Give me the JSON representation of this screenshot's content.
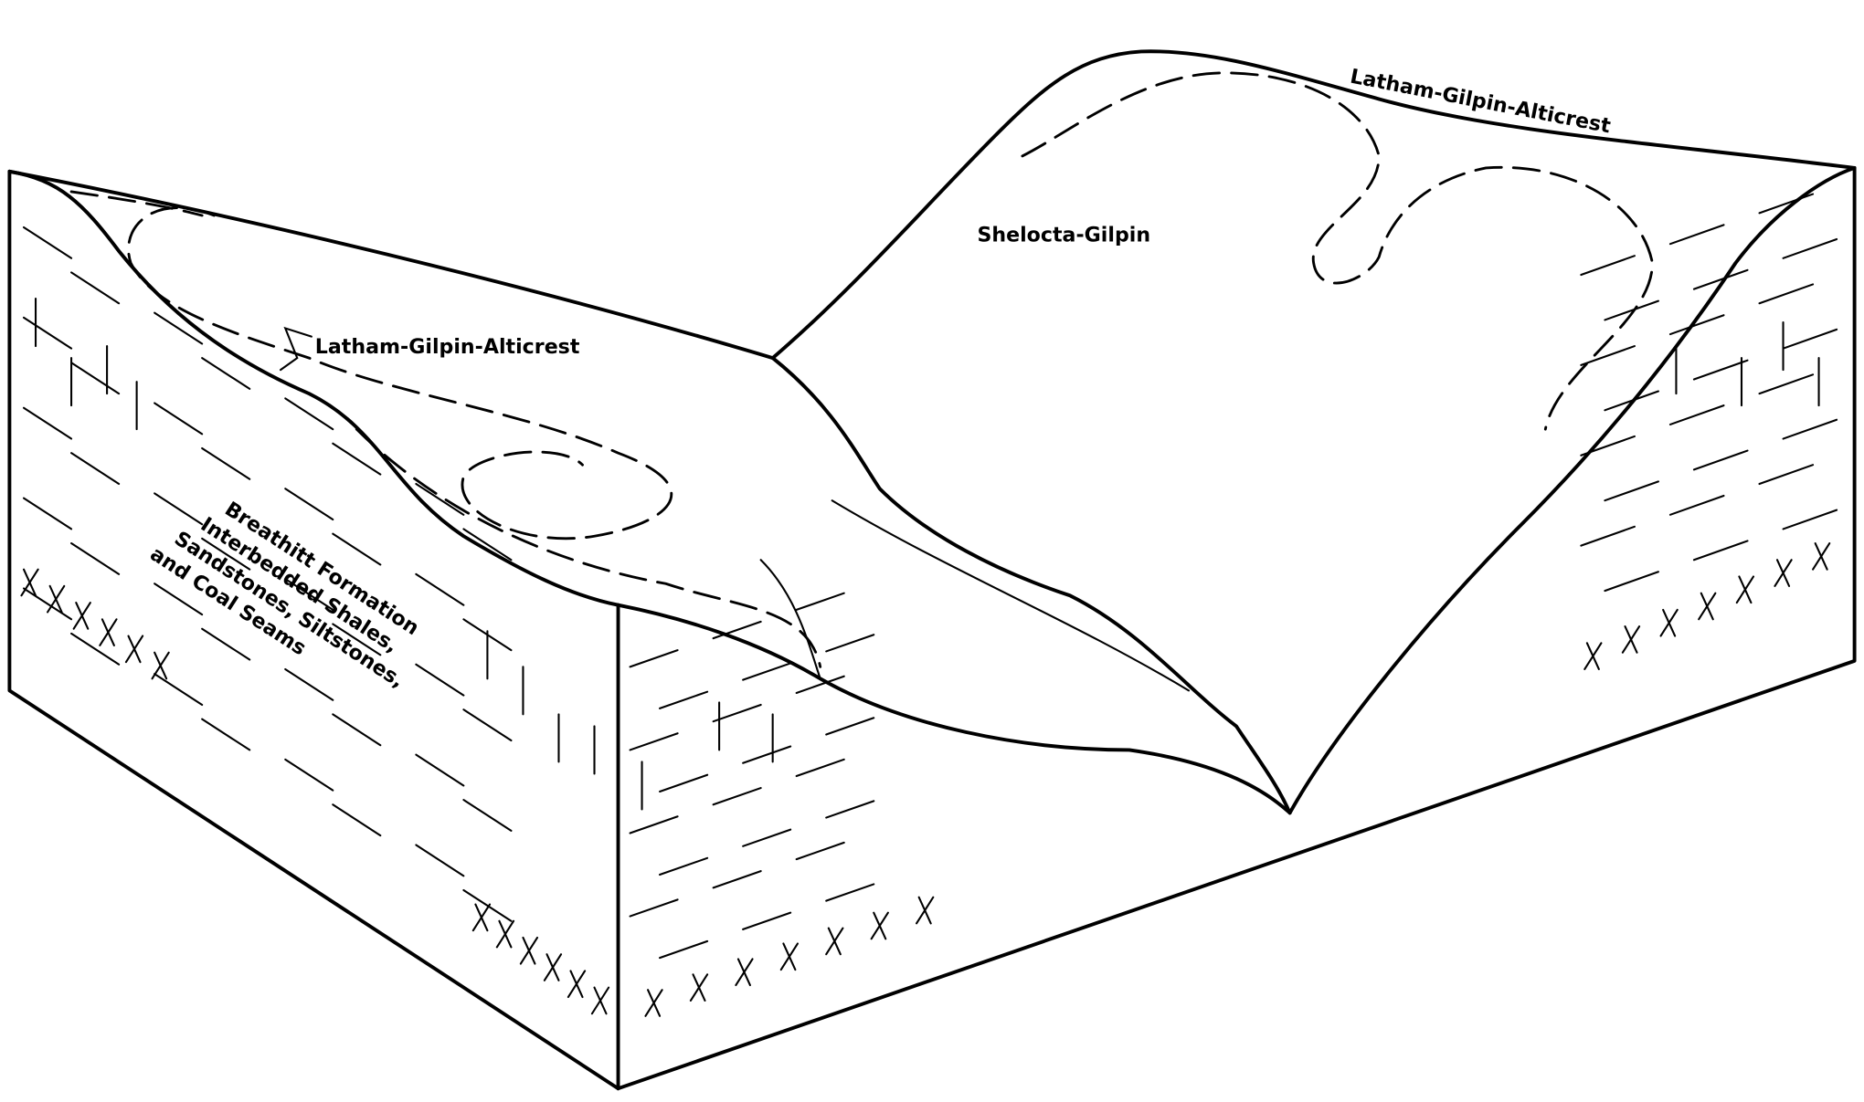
{
  "diagram": {
    "type": "geologic block diagram",
    "labels": {
      "soil_left": "Latham-Gilpin-Alticrest",
      "soil_right": "Latham-Gilpin-Alticrest",
      "soil_slope": "Shelocta-Gilpin",
      "formation": [
        "Breathitt Formation",
        "Interbedded Shales,",
        "Sandstones, Siltstones,",
        "and Coal Seams"
      ]
    },
    "colors": {
      "ink": "#000000",
      "paper": "#ffffff"
    }
  }
}
